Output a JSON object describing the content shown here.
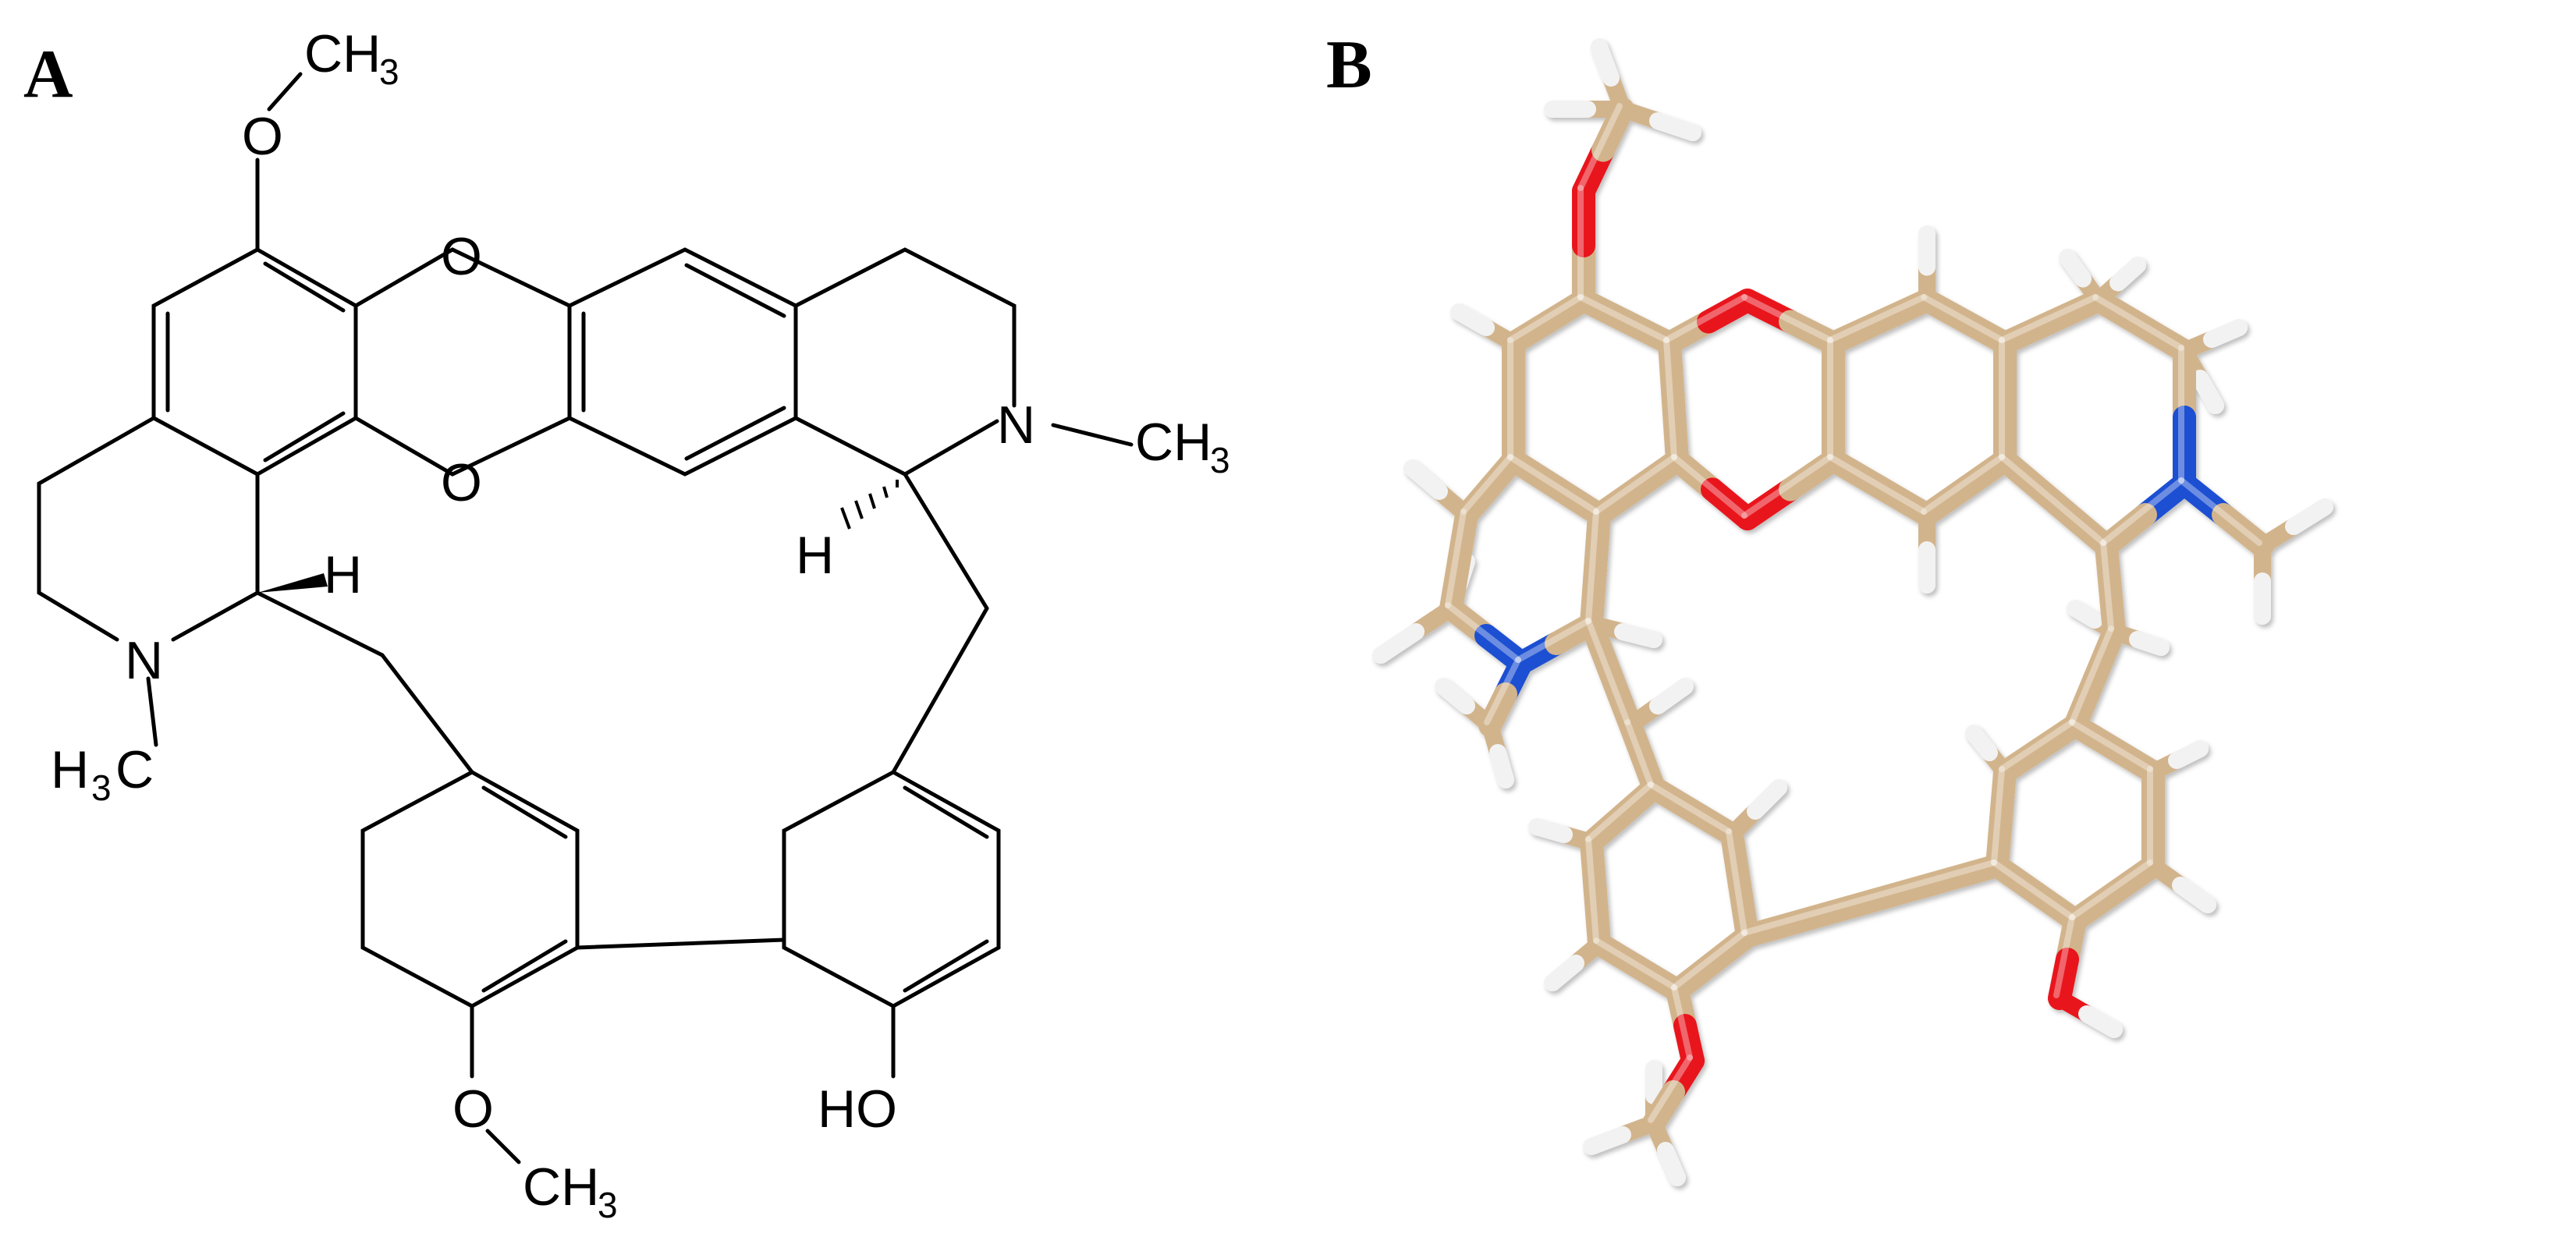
{
  "panels": [
    {
      "label": "A",
      "kind": "2D structural formula"
    },
    {
      "label": "B",
      "kind": "3D stick model"
    }
  ],
  "atom_labels": {
    "methoxy_top": {
      "O": "O",
      "C": "CH",
      "n": "3"
    },
    "ring_O_top": "O",
    "ring_O_bottom": "O",
    "N_right": {
      "N": "N",
      "C": "CH",
      "n": "3"
    },
    "H_right": "H",
    "H_left": "H",
    "N_left": "N",
    "methyl_left": {
      "C": "H",
      "n": "3",
      "tail": "C"
    },
    "methoxy_bottom": {
      "O": "O",
      "C": "CH",
      "n": "3"
    },
    "hydroxyl": "HO"
  },
  "colors": {
    "bond_line": "#000000",
    "carbon": "#d2b48c",
    "oxygen": "#e8141e",
    "nitrogen": "#1e50d2",
    "hydrogen": "#f2f2f2"
  }
}
